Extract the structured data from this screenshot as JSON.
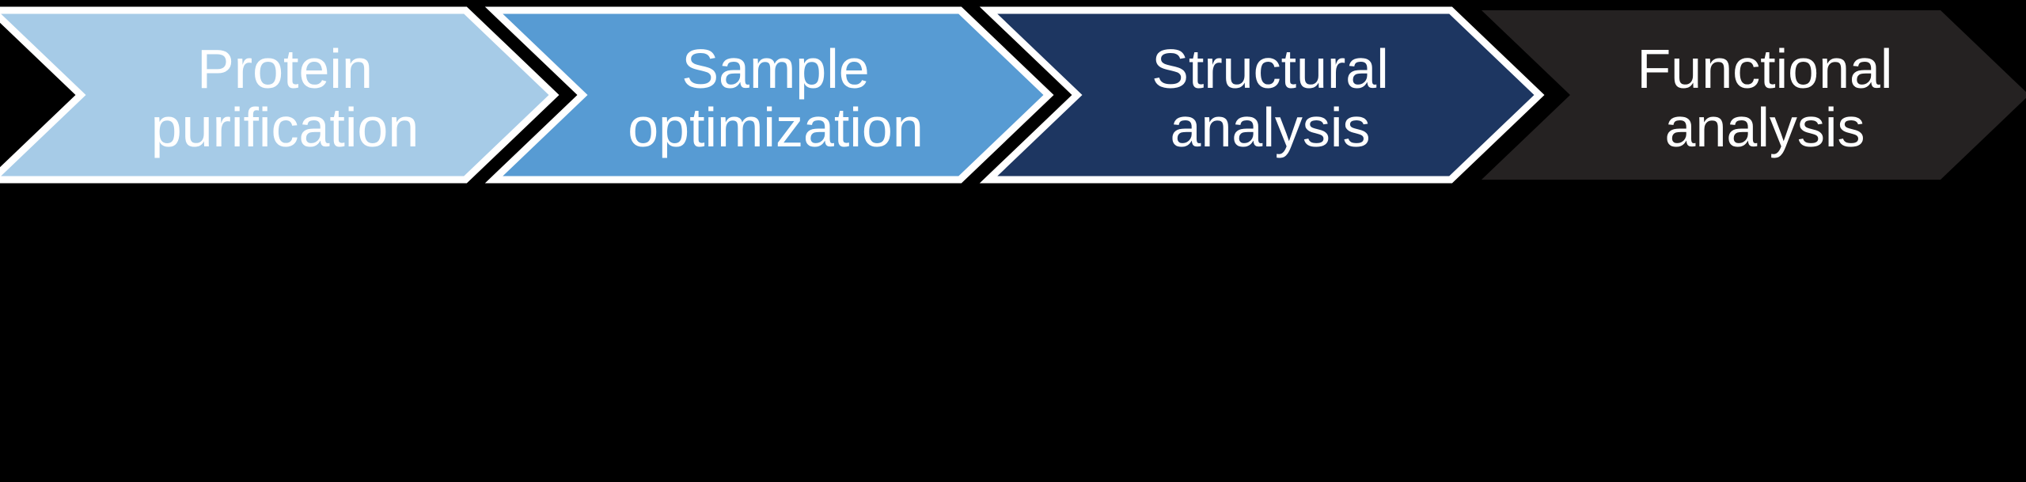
{
  "diagram": {
    "type": "chevron-process-flow",
    "orientation": "horizontal",
    "background_color": "#000000",
    "border_color": "#FFFFFF",
    "text_color": "#FFFFFF",
    "step_count": 4,
    "steps": [
      {
        "index": 1,
        "name": "protein-purification",
        "line1": "Protein",
        "line2": "purification",
        "fill_color": "#A6CBE7",
        "has_border": true
      },
      {
        "index": 2,
        "name": "sample-optimization",
        "line1": "Sample",
        "line2": "optimization",
        "fill_color": "#579BD3",
        "has_border": true
      },
      {
        "index": 3,
        "name": "structural-analysis",
        "line1": "Structural",
        "line2": "analysis",
        "fill_color": "#1D3661",
        "has_border": true
      },
      {
        "index": 4,
        "name": "functional-analysis",
        "line1": "Functional",
        "line2": "analysis",
        "fill_color": "#252222",
        "has_border": false
      }
    ]
  }
}
